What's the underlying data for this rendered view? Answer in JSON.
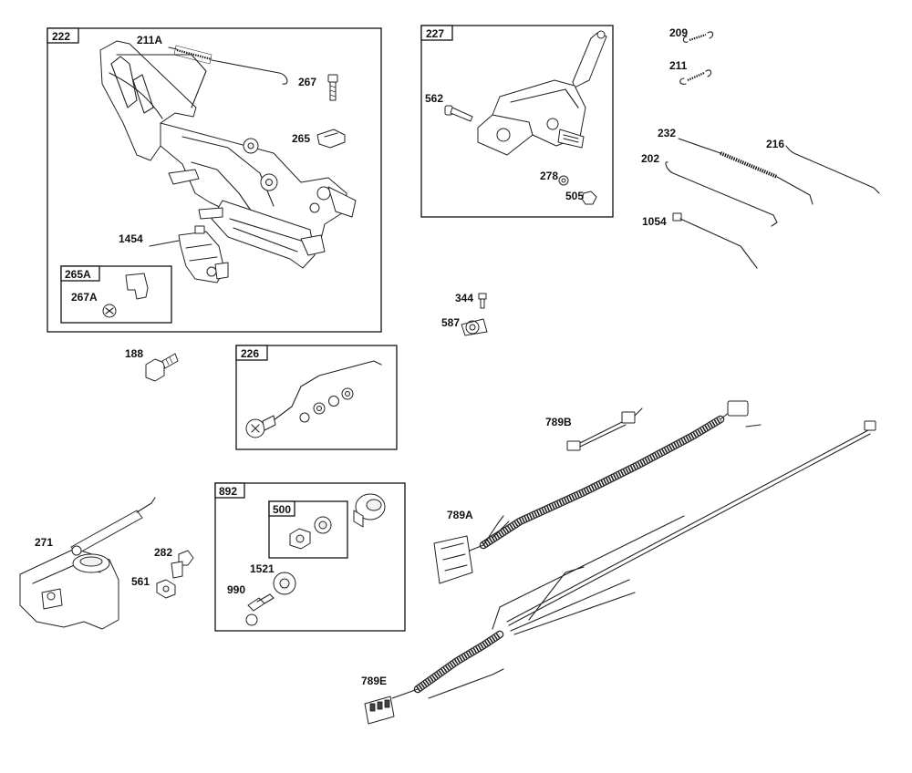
{
  "boxes": {
    "b222": "222",
    "b265a": "265A",
    "b227": "227",
    "b226": "226",
    "b892": "892",
    "b500": "500"
  },
  "callouts": {
    "c211a": "211A",
    "c267": "267",
    "c265": "265",
    "c1454": "1454",
    "c267a": "267A",
    "c562": "562",
    "c278": "278",
    "c505": "505",
    "c209": "209",
    "c211": "211",
    "c232": "232",
    "c216": "216",
    "c202": "202",
    "c1054": "1054",
    "c344": "344",
    "c587": "587",
    "c188": "188",
    "c789b": "789B",
    "c789a": "789A",
    "c271": "271",
    "c282": "282",
    "c561": "561",
    "c1521": "1521",
    "c990": "990",
    "c789e": "789E"
  },
  "icons": {
    "spring": "coil-spring-icon",
    "bracket": "throttle-bracket-icon",
    "harness": "wire-harness-icon",
    "key": "ignition-key-icon"
  }
}
